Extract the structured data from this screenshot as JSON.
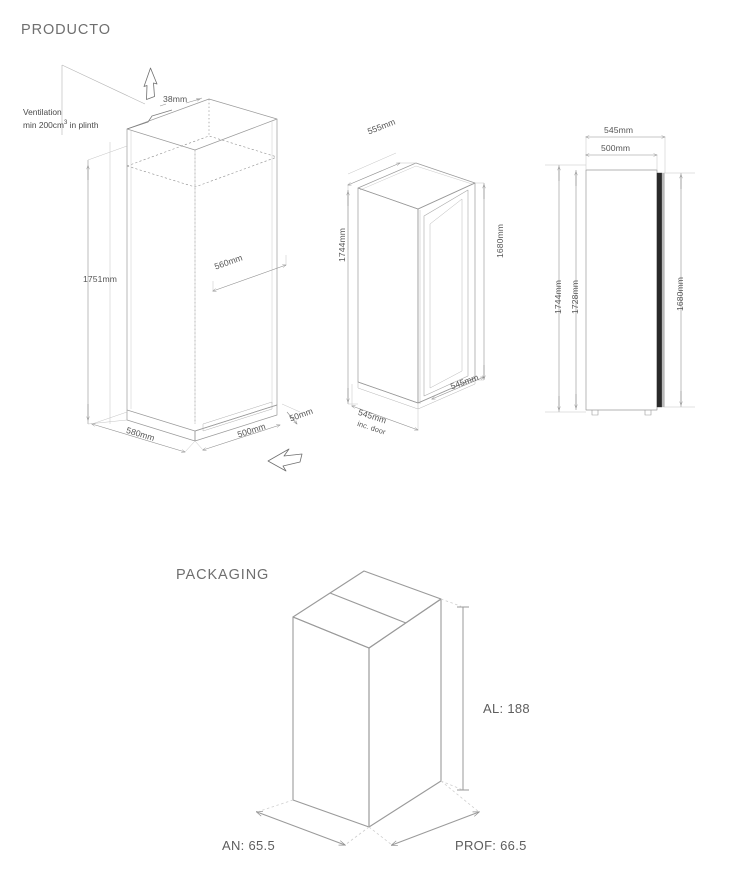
{
  "document": {
    "type": "technical-dimension-drawing",
    "background_color": "#ffffff",
    "line_color": "#8a8a8a",
    "text_color": "#5e5e5e"
  },
  "sections": {
    "product": {
      "title": "PRODUCTO",
      "note": {
        "line1": "Ventilation",
        "line2_prefix": "min 200cm",
        "line2_unit": "3",
        "line2_suffix": " in plinth"
      },
      "views": [
        {
          "name": "niche-isometric-view",
          "labels": [
            {
              "id": "gap-top",
              "text": "38mm"
            },
            {
              "id": "height",
              "text": "1751mm"
            },
            {
              "id": "depth-top",
              "text": "560mm"
            },
            {
              "id": "width",
              "text": "580mm"
            },
            {
              "id": "depth",
              "text": "500mm"
            },
            {
              "id": "plinth",
              "text": "50mm"
            }
          ]
        },
        {
          "name": "appliance-isometric-view",
          "labels": [
            {
              "id": "depth-top",
              "text": "555mm"
            },
            {
              "id": "height-total",
              "text": "1744mm"
            },
            {
              "id": "height-cabinet",
              "text": "1680mm"
            },
            {
              "id": "depth-body",
              "text": "545mm"
            },
            {
              "id": "depth-door",
              "text": "545mm"
            },
            {
              "id": "depth-door-note",
              "text": "inc. door"
            }
          ]
        },
        {
          "name": "appliance-side-elevation-view",
          "labels": [
            {
              "id": "width-door",
              "text": "545mm"
            },
            {
              "id": "width-body",
              "text": "500mm"
            },
            {
              "id": "height-total",
              "text": "1744mm"
            },
            {
              "id": "height-body",
              "text": "1728mm"
            },
            {
              "id": "height-door",
              "text": "1680mm"
            }
          ]
        }
      ]
    },
    "packaging": {
      "title": "PACKAGING",
      "labels": {
        "height": "AL: 188",
        "width": "AN: 65.5",
        "depth": "PROF: 66.5"
      }
    }
  }
}
